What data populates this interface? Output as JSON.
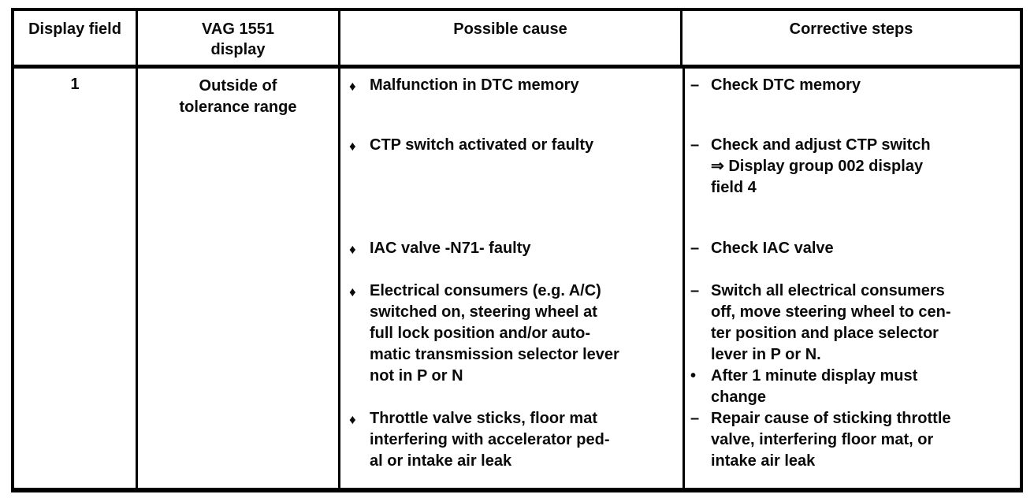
{
  "table": {
    "headers": {
      "display_field": "Display field",
      "vag_display": "VAG 1551\ndisplay",
      "possible_cause": "Possible cause",
      "corrective_steps": "Corrective steps"
    },
    "row": {
      "display_field": "1",
      "vag_display": "Outside of\ntolerance range",
      "items": [
        {
          "cause_marker": "♦",
          "cause": "Malfunction in DTC memory",
          "steps": [
            {
              "marker": "–",
              "text": "Check DTC memory"
            }
          ]
        },
        {
          "cause_marker": "♦",
          "cause": "CTP switch activated or faulty",
          "steps": [
            {
              "marker": "–",
              "text": "Check and adjust CTP switch\n⇒ Display group 002 display\nfield 4"
            }
          ]
        },
        {
          "cause_marker": "♦",
          "cause": "IAC valve -N71- faulty",
          "steps": [
            {
              "marker": "–",
              "text": "Check IAC valve"
            }
          ]
        },
        {
          "cause_marker": "♦",
          "cause": "Electrical consumers (e.g. A/C)\nswitched on, steering wheel at\nfull lock position and/or auto-\nmatic transmission selector lever\nnot in P or N",
          "steps": [
            {
              "marker": "–",
              "text": "Switch all electrical consumers\noff, move steering wheel to cen-\nter position and place selector\nlever in P or N."
            },
            {
              "marker": "•",
              "text": "After 1 minute display must\nchange"
            }
          ]
        },
        {
          "cause_marker": "♦",
          "cause": "Throttle valve sticks, floor mat\ninterfering with accelerator ped-\nal or intake air leak",
          "steps": [
            {
              "marker": "–",
              "text": "Repair cause of sticking throttle\nvalve, interfering floor mat, or\nintake air leak"
            }
          ]
        }
      ]
    }
  }
}
